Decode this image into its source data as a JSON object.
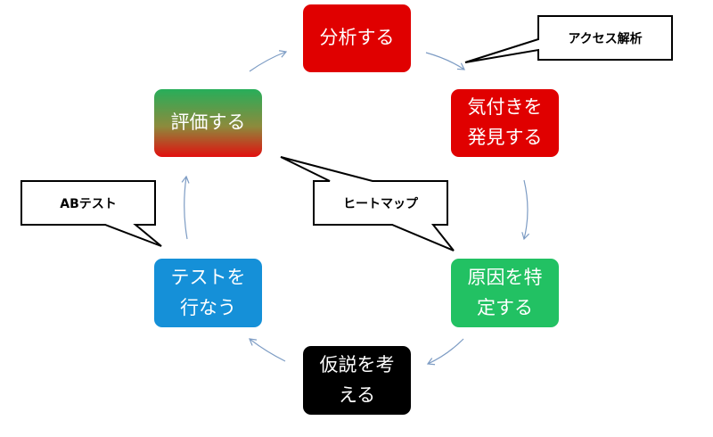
{
  "diagram": {
    "nodes": [
      {
        "id": "analyze",
        "text": "分析する",
        "color": "#e00000"
      },
      {
        "id": "discover",
        "text": "気付きを発見する",
        "color": "#e00000"
      },
      {
        "id": "cause",
        "text": "原因を特定する",
        "color": "#22c163"
      },
      {
        "id": "hypo",
        "text": "仮説を考える",
        "color": "#000000"
      },
      {
        "id": "test",
        "text": "テストを行なう",
        "color": "#1590d8"
      },
      {
        "id": "evaluate",
        "text": "評価する",
        "color_top": "#27ae5a",
        "color_bottom": "#e20f0f"
      }
    ],
    "cycle_order": [
      "analyze",
      "discover",
      "cause",
      "hypo",
      "test",
      "evaluate"
    ],
    "callouts": {
      "access_analysis": "アクセス解析",
      "heatmap": "ヒートマップ",
      "ab_test": "ABテスト"
    },
    "arrow_color": "#7d9cc4"
  }
}
